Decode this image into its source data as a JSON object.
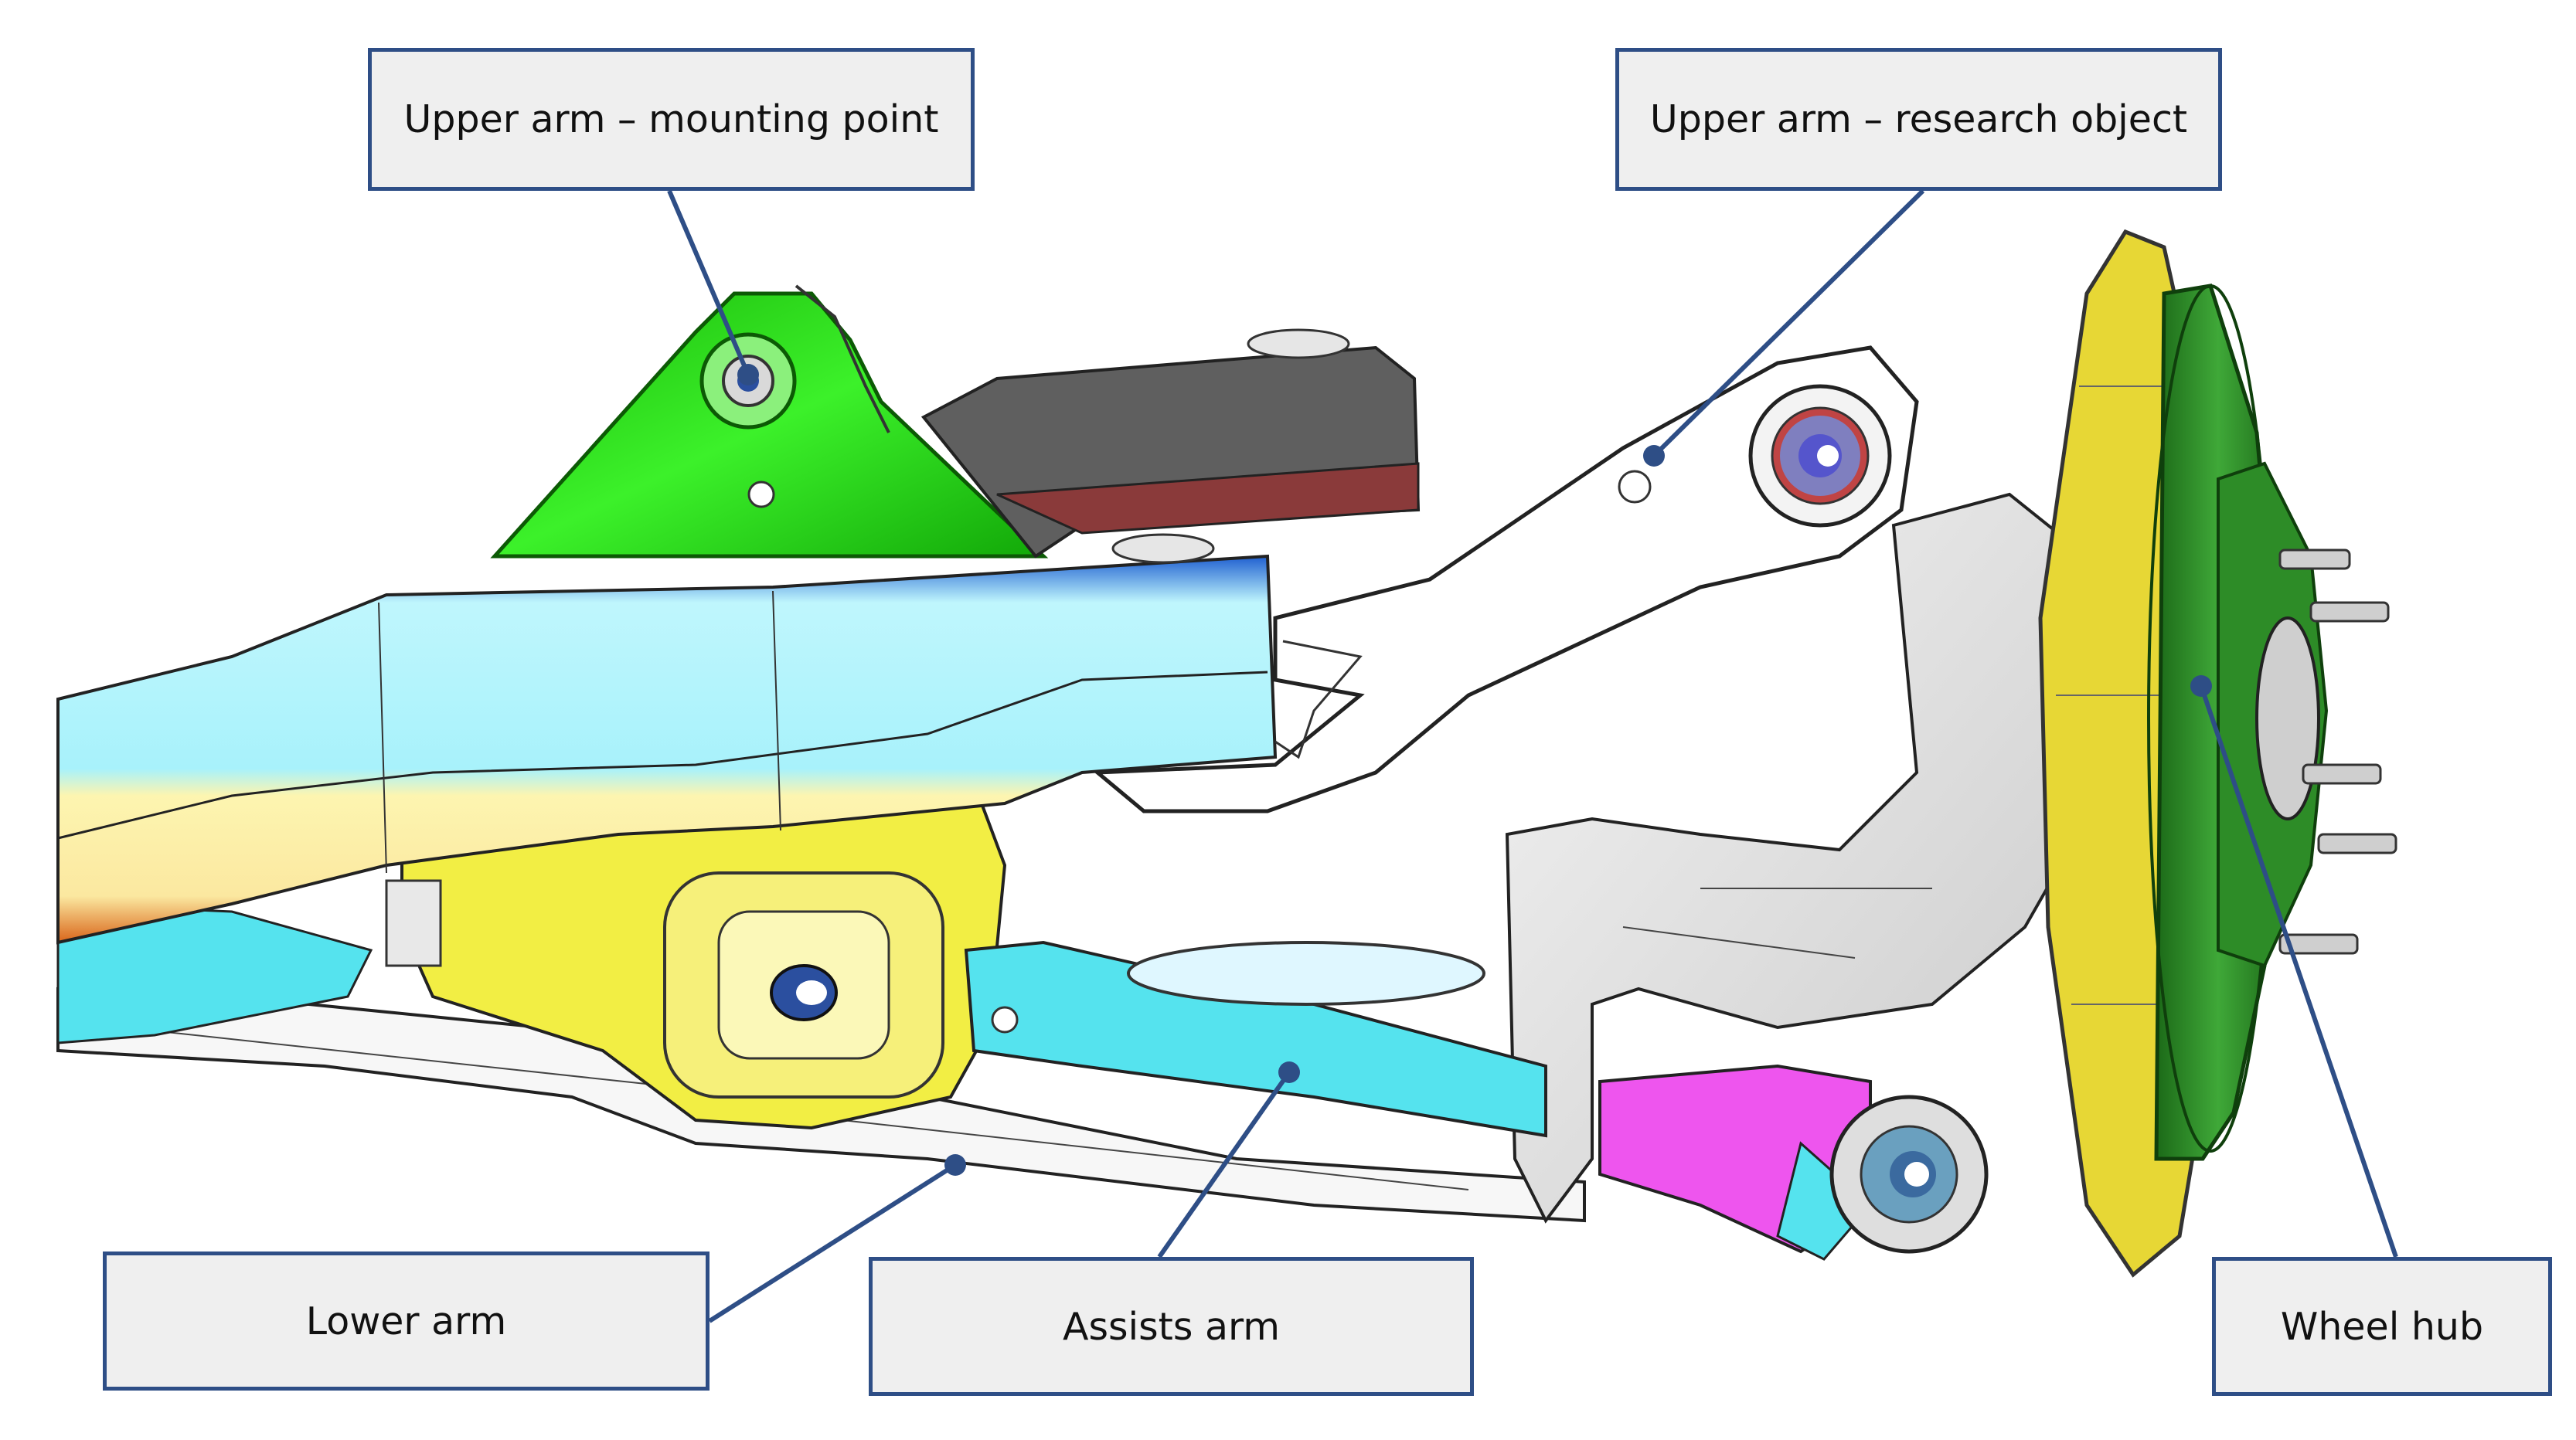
{
  "callouts": {
    "upper_arm_mount": "Upper arm – mounting point",
    "upper_arm_research": "Upper arm – research object",
    "lower_arm": "Lower arm",
    "assists_arm": "Assists arm",
    "wheel_hub": "Wheel hub"
  },
  "colors": {
    "leader_line": "#2e4e86",
    "callout_border": "#2e4e86",
    "callout_fill": "#efefef",
    "mount_bracket": "#22dd11",
    "crossmember": "#a8f2fb",
    "crossmember_stripe": "#fdf5b0",
    "crossmember_edge": "#e07a18",
    "lower_arm_yellow": "#f2ee44",
    "assist_arm": "#55e3ee",
    "wheel_hub": "#2c8a27",
    "brake_shield": "#e7d735",
    "link_magenta": "#ee55ee",
    "upper_arm": "#ffffff"
  }
}
